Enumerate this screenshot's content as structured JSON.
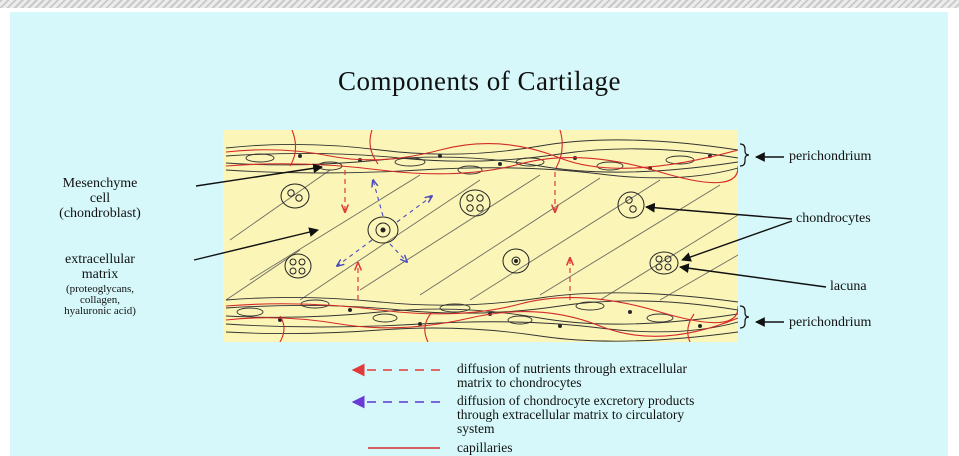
{
  "title": "Components of Cartilage",
  "labels": {
    "mesenchyme": [
      "Mesenchyme",
      "cell",
      "(chondroblast)"
    ],
    "extracellular": [
      "extracellular",
      "matrix"
    ],
    "extracellular_detail": [
      "(proteoglycans,",
      "collagen,",
      "hyaluronic acid)"
    ],
    "perichondrium_top": "perichondrium",
    "chondrocytes": "chondrocytes",
    "lacuna": "lacuna",
    "perichondrium_bottom": "perichondrium"
  },
  "legend": {
    "nutrients": [
      "diffusion of nutrients through extracellular",
      "matrix to chondrocytes"
    ],
    "excretory": [
      "diffusion of chondrocyte excretory products",
      "through extracellular matrix to circulatory",
      "system"
    ],
    "capillaries": "capillaries"
  },
  "colors": {
    "background": "#d6f8fa",
    "panel": "#fbf5b7",
    "capillary": "#d42a2a",
    "nutrient_arrow": "#e03a3a",
    "excretory_arrow": "#5a3ad0",
    "ink": "#222222"
  }
}
